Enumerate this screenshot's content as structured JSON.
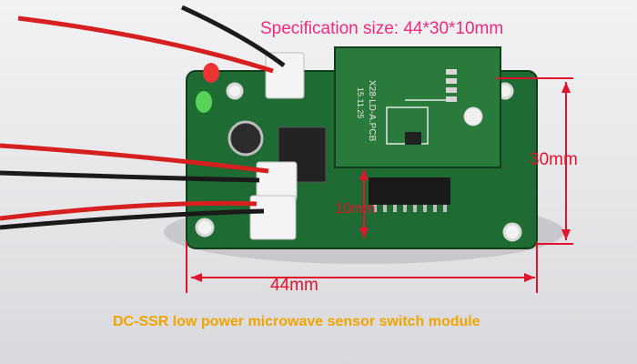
{
  "texts": {
    "spec_label": "Specification size: 44*30*10mm",
    "dimension_width": "44mm",
    "dimension_length": "30mm",
    "dimension_height": "10mm",
    "caption": "DC-SSR low power microwave sensor switch module"
  },
  "board_markings": {
    "module_id": "X28-LD-A.PCB",
    "date": "15.11.25"
  },
  "colors": {
    "spec_text": "#ee2a7b",
    "dimension_lines": "#e0152d",
    "caption_text": "#f0a500",
    "pcb_green": "#1f6b34",
    "wire_red": "#d62020",
    "wire_black": "#1a1a1a"
  }
}
